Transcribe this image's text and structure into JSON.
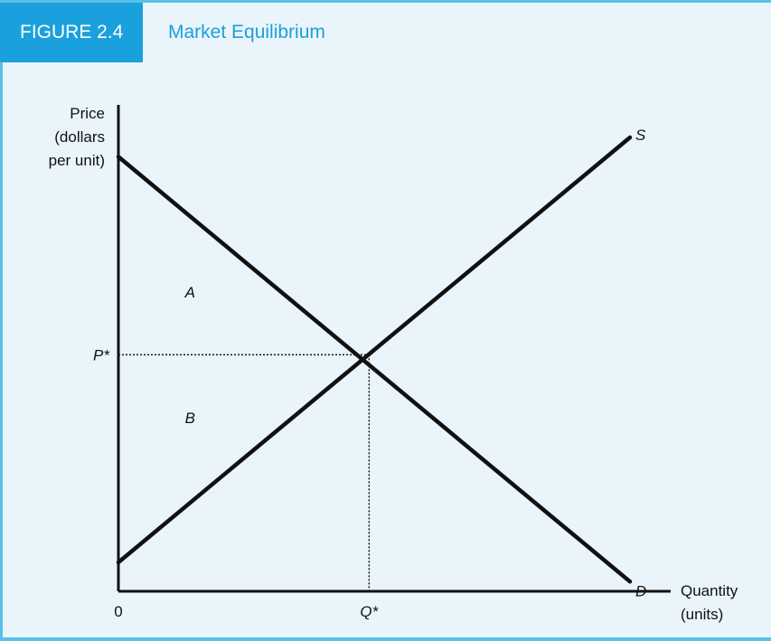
{
  "header": {
    "figure_number": "FIGURE 2.4",
    "title": "Market Equilibrium"
  },
  "chart_data": {
    "type": "line",
    "ylabel": [
      "Price",
      "(dollars",
      "per unit)"
    ],
    "xlabel": [
      "Quantity",
      "(units)"
    ],
    "origin_label": "0",
    "xlim": [
      0,
      10
    ],
    "ylim": [
      0,
      10
    ],
    "series": [
      {
        "name": "D",
        "x": [
          0,
          10
        ],
        "y": [
          9.0,
          0.2
        ]
      },
      {
        "name": "S",
        "x": [
          0,
          10
        ],
        "y": [
          0.6,
          9.4
        ]
      }
    ],
    "equilibrium": {
      "x": 4.9,
      "y": 4.9,
      "x_label": "Q*",
      "y_label": "P*"
    },
    "region_labels": [
      {
        "text": "A",
        "x": 1.4,
        "y": 6.2
      },
      {
        "text": "B",
        "x": 1.4,
        "y": 3.6
      }
    ]
  },
  "colors": {
    "accent": "#1aa0dc",
    "border": "#5bc0e8",
    "background": "#eaf5fb"
  }
}
